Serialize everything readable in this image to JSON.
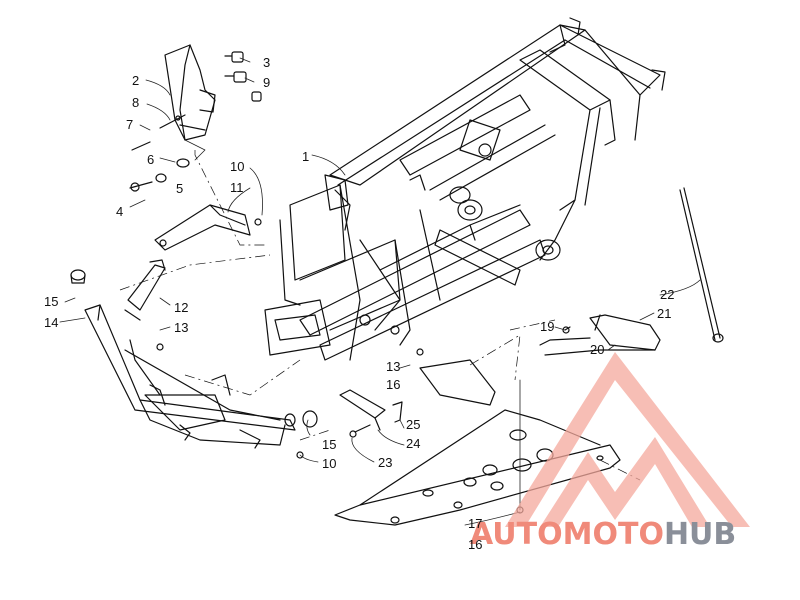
{
  "diagram": {
    "callouts": [
      {
        "id": "c1",
        "label": "1"
      },
      {
        "id": "c2",
        "label": "2"
      },
      {
        "id": "c3",
        "label": "3"
      },
      {
        "id": "c8",
        "label": "8"
      },
      {
        "id": "c9",
        "label": "9"
      },
      {
        "id": "c7",
        "label": "7"
      },
      {
        "id": "c6",
        "label": "6"
      },
      {
        "id": "c5",
        "label": "5"
      },
      {
        "id": "c4",
        "label": "4"
      },
      {
        "id": "c10a",
        "label": "10"
      },
      {
        "id": "c11",
        "label": "11"
      },
      {
        "id": "c15a",
        "label": "15"
      },
      {
        "id": "c14",
        "label": "14"
      },
      {
        "id": "c12",
        "label": "12"
      },
      {
        "id": "c13a",
        "label": "13"
      },
      {
        "id": "c13b",
        "label": "13"
      },
      {
        "id": "c16a",
        "label": "16"
      },
      {
        "id": "c15b",
        "label": "15"
      },
      {
        "id": "c10b",
        "label": "10"
      },
      {
        "id": "c25",
        "label": "25"
      },
      {
        "id": "c24",
        "label": "24"
      },
      {
        "id": "c23",
        "label": "23"
      },
      {
        "id": "c22",
        "label": "22"
      },
      {
        "id": "c21",
        "label": "21"
      },
      {
        "id": "c19",
        "label": "19"
      },
      {
        "id": "c20",
        "label": "20"
      },
      {
        "id": "c17",
        "label": "17"
      },
      {
        "id": "c16b",
        "label": "16"
      }
    ]
  },
  "watermark": {
    "text_primary": "AUTOMOTO",
    "text_secondary": "HUB",
    "color_primary": "#f08a7a",
    "color_secondary": "#8a8f99"
  }
}
